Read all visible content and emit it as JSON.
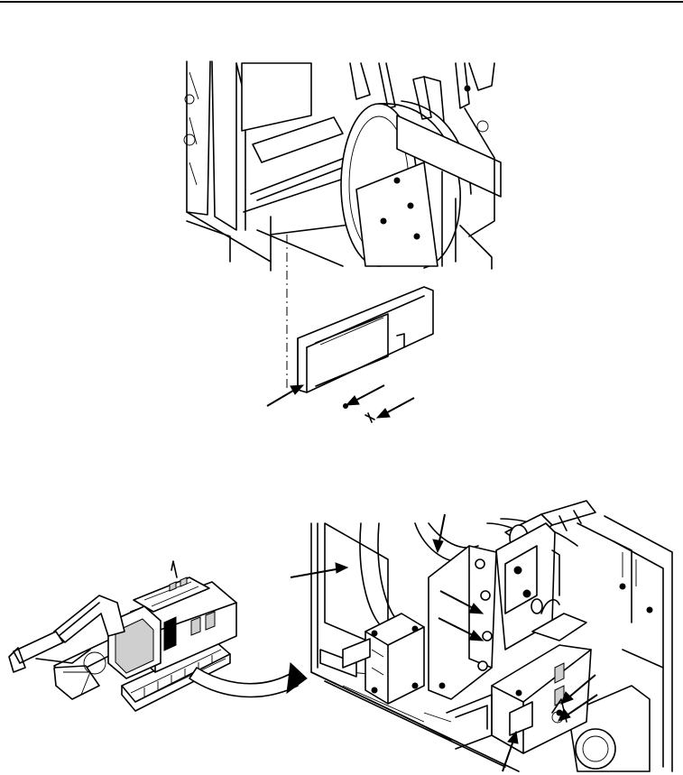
{
  "figure": {
    "top_view": {
      "name": "access-cover-removal-detail",
      "callout_arrows": 3
    },
    "bottom_view": {
      "name": "hose-reel-mounting-detail",
      "callout_arrows": 7
    },
    "locator": {
      "name": "excavator-locator-view"
    }
  }
}
